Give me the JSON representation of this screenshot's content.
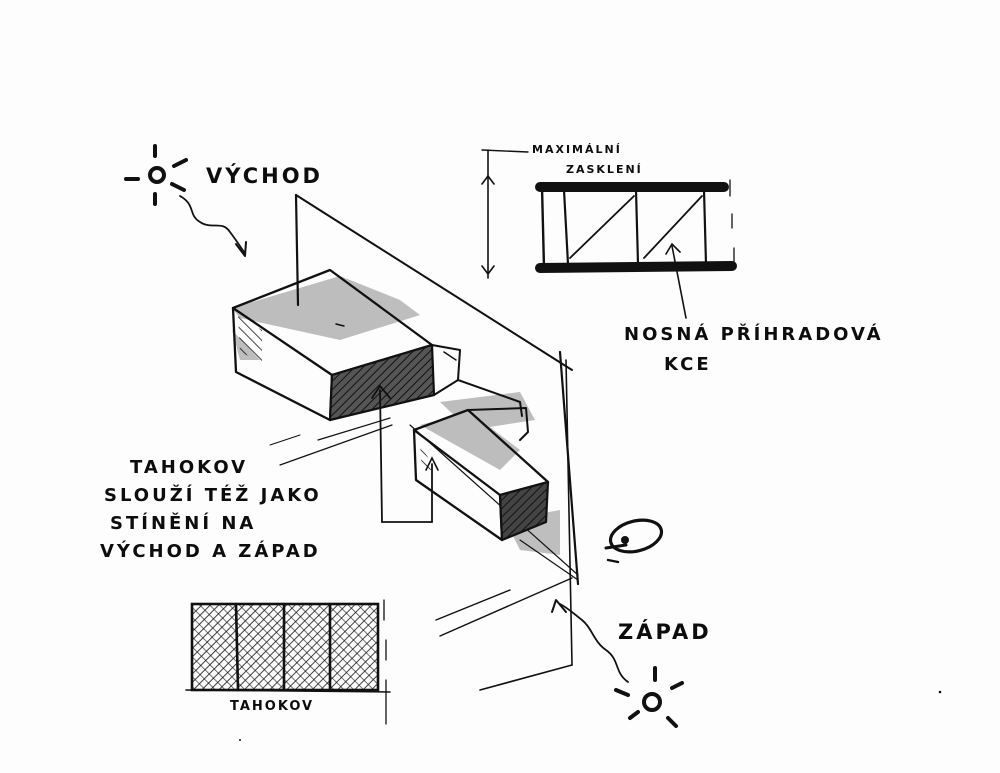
{
  "labels": {
    "east": "VÝCHOD",
    "west": "ZÁPAD",
    "glazing_line1": "MAXIMÁLNÍ",
    "glazing_line2": "ZASKLENÍ",
    "truss_line1": "NOSNÁ PŘÍHRADOVÁ",
    "truss_line2": "KCE",
    "mesh_line1": "TAHOKOV",
    "mesh_line2": "SLOUŽÍ TÉŽ JAKO",
    "mesh_line3": "STÍNĚNÍ NA",
    "mesh_line4": "VÝCHOD A ZÁPAD",
    "panel_caption": "TAHOKOV"
  },
  "icons": [
    "sun-icon",
    "sun-icon",
    "eye-icon"
  ],
  "colors": {
    "ink": "#111111",
    "shading": "#777777",
    "paper": "#fdfdfd"
  }
}
